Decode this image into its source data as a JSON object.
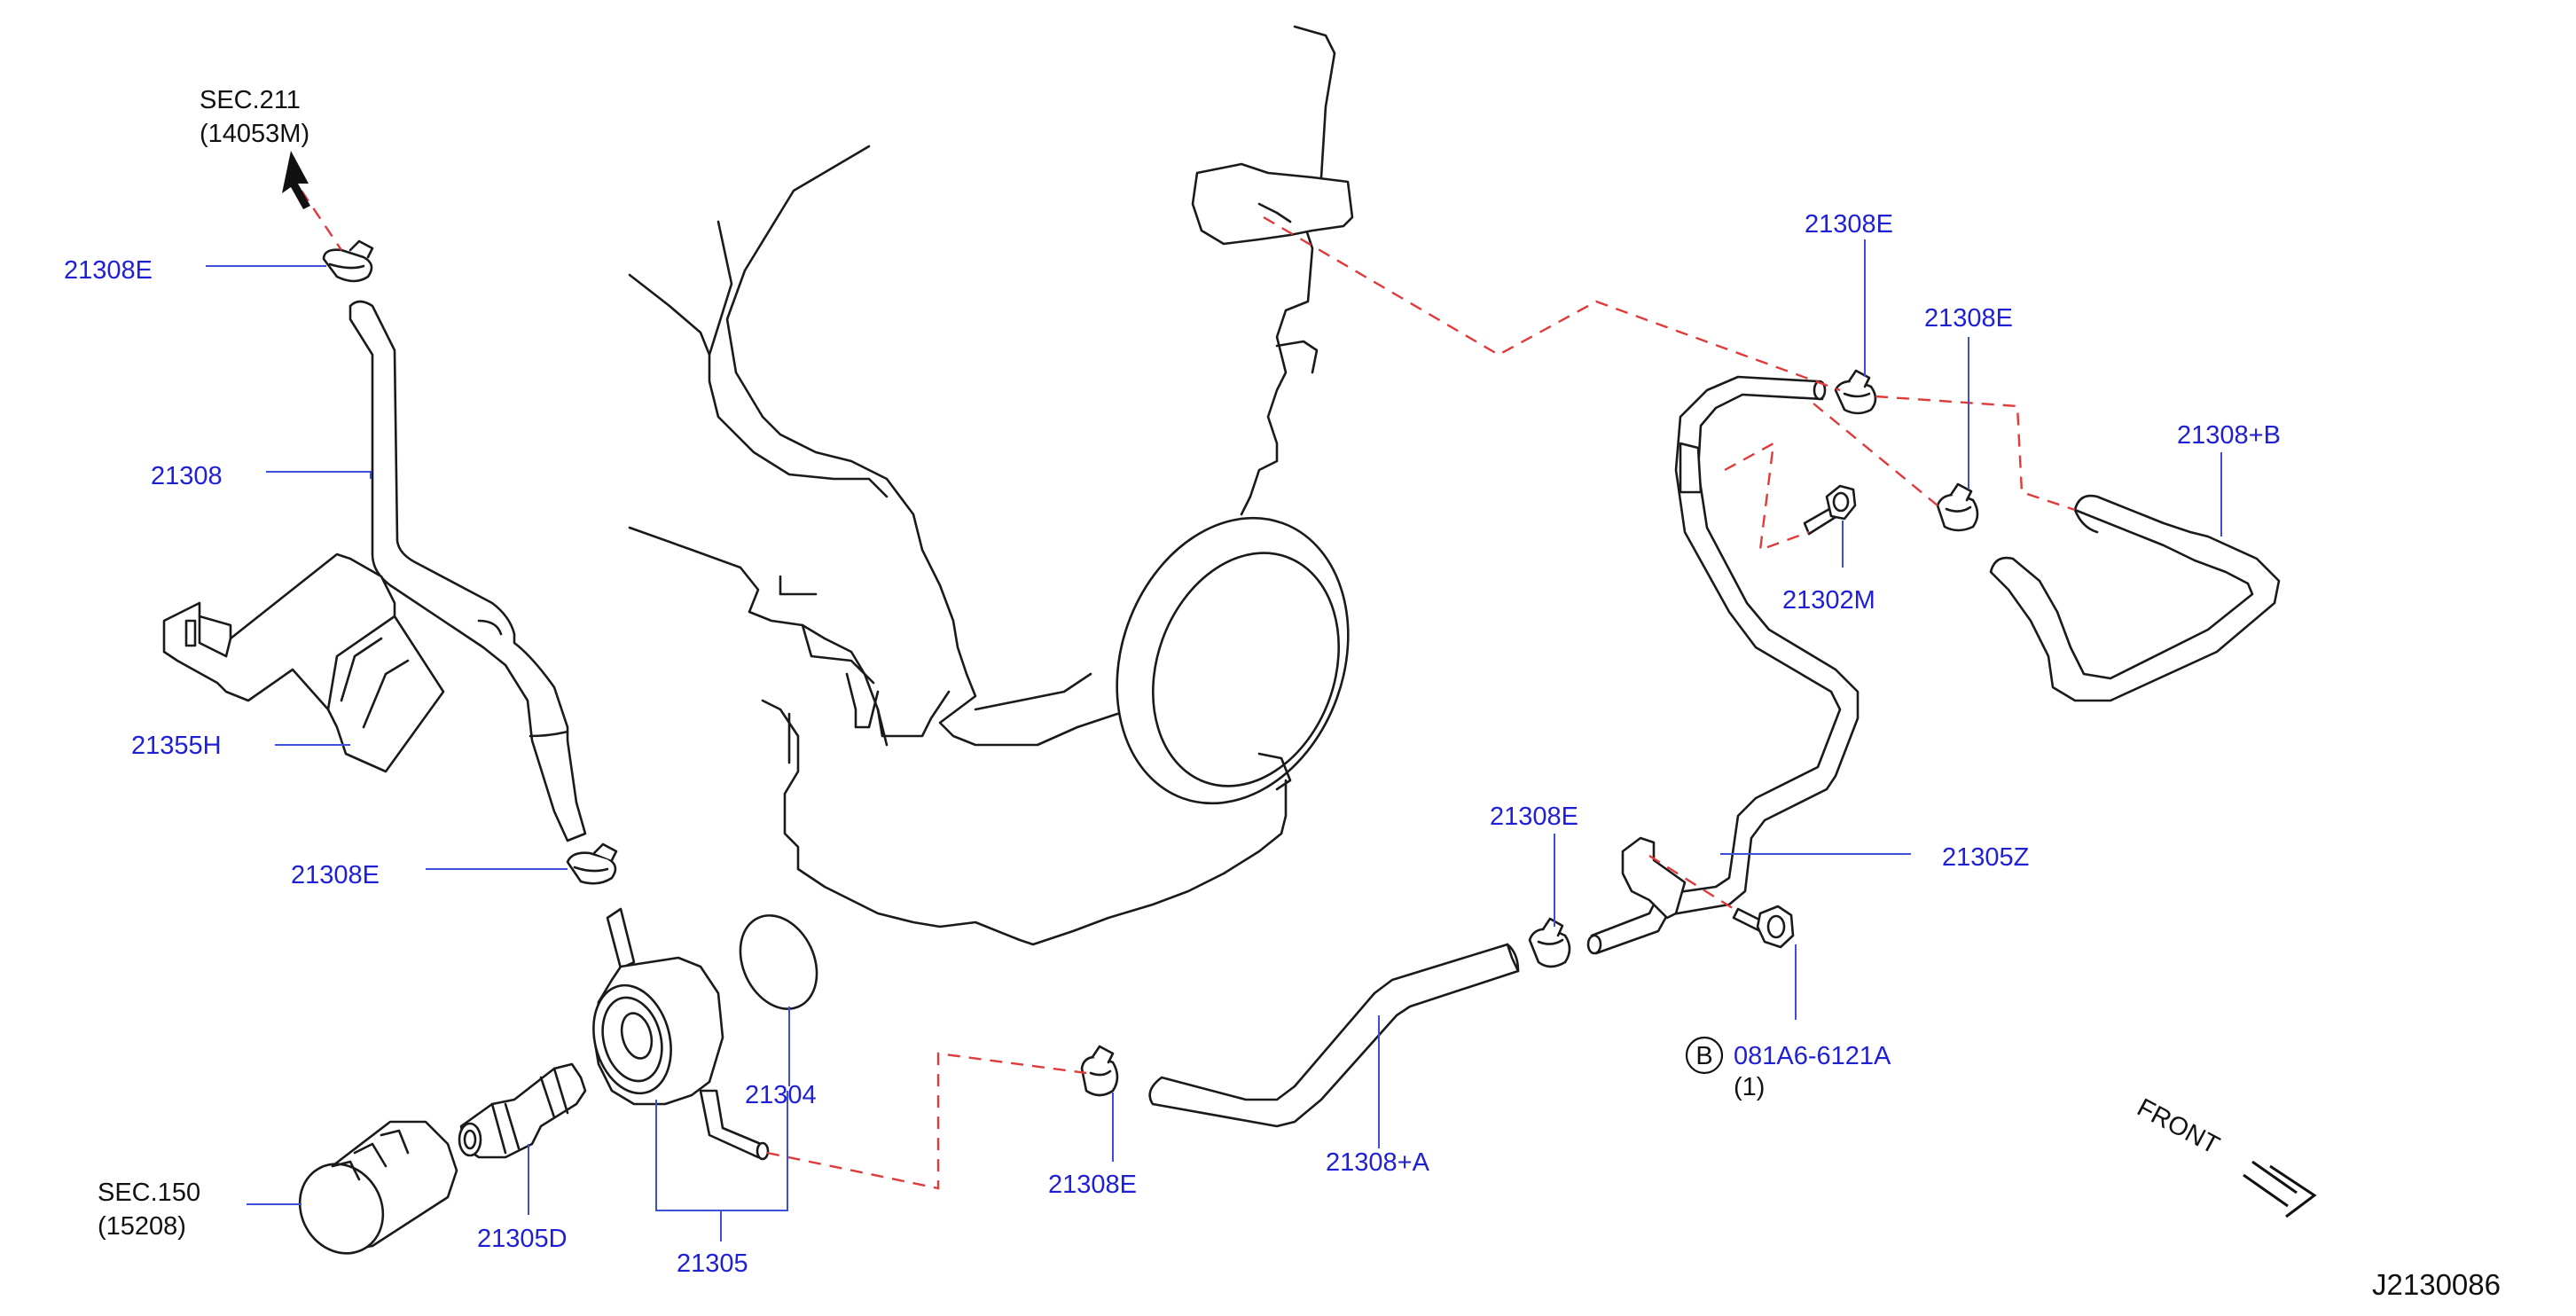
{
  "colors": {
    "label": "#1f1fd6",
    "leader": "#3c4fd8",
    "dashed_connection": "#e03a3a",
    "outline": "#1a1a1a",
    "background": "#ffffff"
  },
  "refs": {
    "sec211": "SEC.211",
    "sec211_sub": "(14053M)",
    "sec150": "SEC.150",
    "sec150_sub": "(15208)"
  },
  "labels": {
    "clamp_top_left": "21308E",
    "hose_21308": "21308",
    "bracket_21355h": "21355H",
    "clamp_mid_left": "21308E",
    "gasket_21304": "21304",
    "connector_21305d": "21305D",
    "oil_cooler_21305": "21305",
    "clamp_bottom_mid": "21308E",
    "hose_21308a": "21308+A",
    "clamp_mid_right": "21308E",
    "pipe_21305z": "21305Z",
    "bolt_marker": "B",
    "bolt_part": "081A6-6121A",
    "bolt_qty": "(1)",
    "clamp_top_right_1": "21308E",
    "clamp_top_right_2": "21308E",
    "hose_21308b": "21308+B",
    "bolt_21302m": "21302M"
  },
  "direction": {
    "label": "FRONT",
    "icon": "front-arrow-icon"
  },
  "diagram_id": "J2130086"
}
